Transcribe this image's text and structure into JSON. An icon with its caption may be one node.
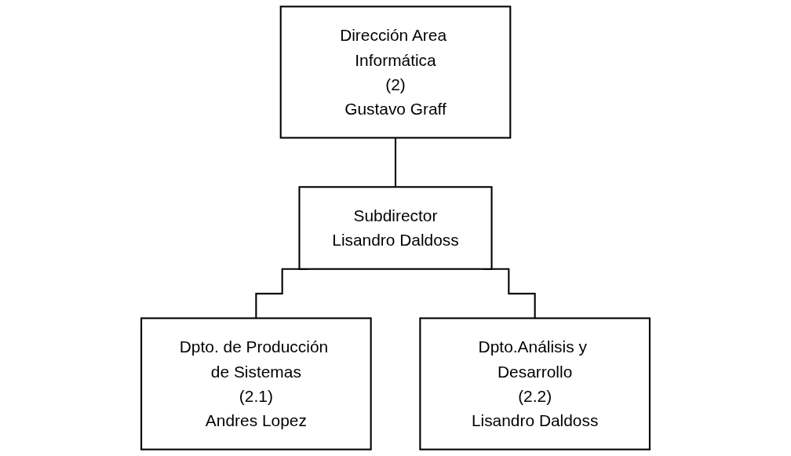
{
  "diagram": {
    "nodes": [
      {
        "text": [
          "Dirección Area Informática",
          "(2)",
          "Gustavo Graff"
        ]
      },
      {
        "text": [
          "Subdirector",
          "Lisandro Daldoss"
        ]
      },
      {
        "text": [
          "Dpto. de Producción de Sistemas",
          "(2.1)",
          "Andres Lopez"
        ]
      },
      {
        "text": [
          "Dpto.Análisis y Desarrollo",
          "(2.2)",
          "Lisandro Daldoss"
        ]
      }
    ],
    "edges": [
      {
        "from": 0,
        "to": 1,
        "arrow": "none"
      },
      {
        "from": 1,
        "to": 2,
        "arrow": "none"
      },
      {
        "from": 1,
        "to": 3,
        "arrow": "none"
      }
    ]
  }
}
